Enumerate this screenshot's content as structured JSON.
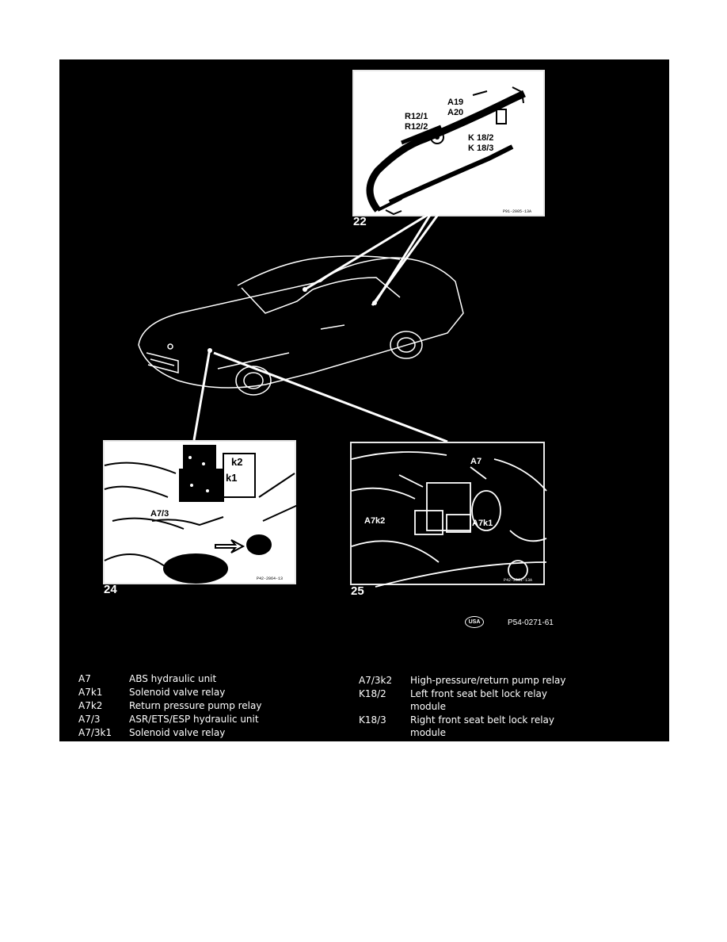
{
  "panels": {
    "p22": {
      "number": "22",
      "labels": {
        "a19": "A19",
        "a20": "A20",
        "r12_1": "R12/1",
        "r12_2": "R12/2",
        "k18_2": "K 18/2",
        "k18_3": "K 18/3"
      },
      "ref": "P91-2005-13A"
    },
    "p24": {
      "number": "24",
      "labels": {
        "k2": "k2",
        "k1": "k1",
        "a7_3": "A7/3"
      },
      "ref": "P42-2064-13"
    },
    "p25": {
      "number": "25",
      "labels": {
        "a7": "A7",
        "a7k2": "A7k2",
        "a7k1": "A7k1"
      },
      "ref": "P42-2061-13A"
    }
  },
  "usa_badge": "USA",
  "figure_code": "P54-0271-61",
  "legend_left": [
    {
      "code": "A7",
      "desc": "ABS hydraulic unit"
    },
    {
      "code": "A7k1",
      "desc": "Solenoid valve relay"
    },
    {
      "code": "A7k2",
      "desc": "Return pressure pump relay"
    },
    {
      "code": "A7/3",
      "desc": "ASR/ETS/ESP hydraulic unit"
    },
    {
      "code": "A7/3k1",
      "desc": "Solenoid valve relay"
    }
  ],
  "legend_right": [
    {
      "code": "A7/3k2",
      "desc": "High-pressure/return pump relay"
    },
    {
      "code": "K18/2",
      "desc": "Left front seat belt lock relay",
      "desc2": "module"
    },
    {
      "code": "K18/3",
      "desc": "Right front seat belt lock relay",
      "desc2": "module"
    }
  ]
}
